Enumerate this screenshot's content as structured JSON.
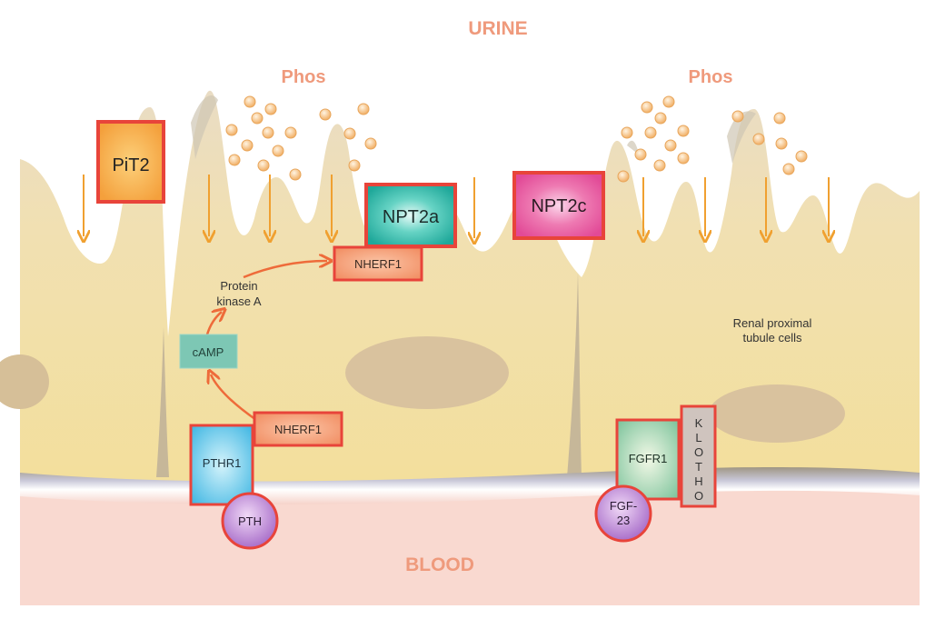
{
  "labels": {
    "urine": "URINE",
    "blood": "BLOOD",
    "phos_left": "Phos",
    "phos_right": "Phos",
    "cells_line1": "Renal proximal",
    "cells_line2": "tubule cells",
    "pka_line1": "Protein",
    "pka_line2": "kinase A",
    "camp": "cAMP",
    "pit2": "PiT2",
    "npt2a": "NPT2a",
    "npt2c": "NPT2c",
    "nherf1_top": "NHERF1",
    "nherf1_bottom": "NHERF1",
    "pthr1": "PTHR1",
    "pth": "PTH",
    "fgfr1": "FGFR1",
    "klotho": [
      "K",
      "L",
      "O",
      "T",
      "H",
      "O"
    ],
    "fgf23_line1": "FGF-",
    "fgf23_line2": "23"
  },
  "colors": {
    "title_salmon": "#ef9a7c",
    "box_border": "#e8443a",
    "arrow_orange": "#f0a030",
    "pathway_arrow": "#ee6b3a",
    "cell_fill": "#f3e2b0",
    "blood_fill": "#f9d9d0",
    "membrane": "#a49a86",
    "phos_particle": "#f5c58a"
  }
}
